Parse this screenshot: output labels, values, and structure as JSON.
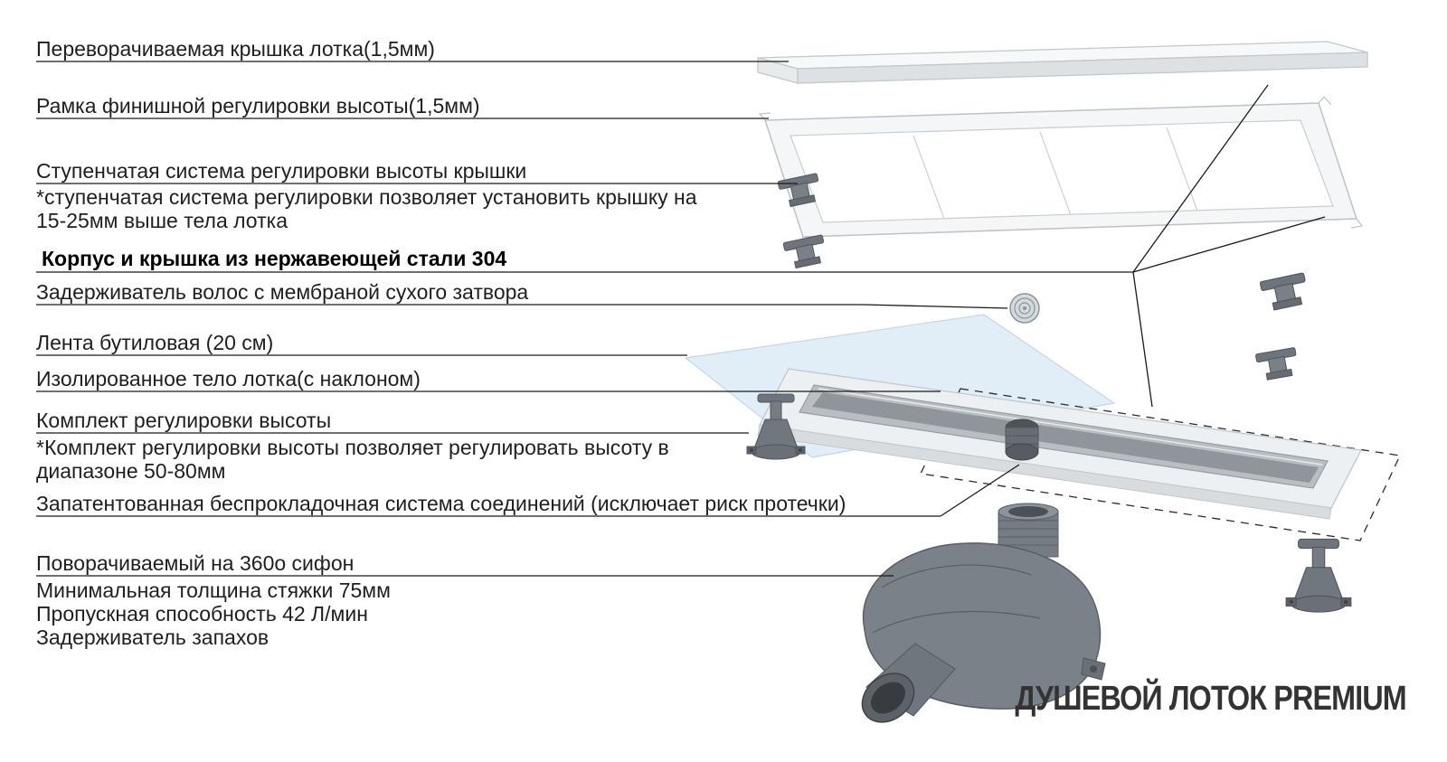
{
  "title": "ДУШЕВОЙ ЛОТОК PREMIUM",
  "callouts": {
    "cover": {
      "label": "Переворачиваемая крышка лотка(1,5мм)"
    },
    "frame": {
      "label": "Рамка финишной регулировки высоты(1,5мм)"
    },
    "step_system": {
      "label": "Ступенчатая система регулировки высоты крышки",
      "note_line1": "*ступенчатая система регулировки позволяет установить крышку на",
      "note_line2": "15-25мм выше тела лотка"
    },
    "steel_304": {
      "label": "Корпус и крышка из нержавеющей стали 304"
    },
    "hair_catcher": {
      "label": "Задерживатель волос с мембраной сухого затвора"
    },
    "butyl_tape": {
      "label": "Лента бутиловая (20 см)"
    },
    "tray_body": {
      "label": "Изолированное тело лотка(с наклоном)"
    },
    "height_kit": {
      "label": "Комплект регулировки высоты",
      "note_line1": "*Комплект регулировки высоты позволяет регулировать высоту в",
      "note_line2": "диапазоне 50-80мм"
    },
    "gasketless_system": {
      "label": "Запатентованная беспрокладочная система соединений (исключает риск протечки)"
    },
    "siphon": {
      "label": "Поворачиваемый на 360о сифон",
      "note_line1": "Минимальная толщина стяжки 75мм",
      "note_line2": "Пропускная способность 42 Л/мин",
      "note_line3": "Задерживатель запахов"
    }
  },
  "colors": {
    "background": "#ffffff",
    "leader_line": "#1a1a1a",
    "steel_light": "#eef1f3",
    "steel_mid": "#d8dcdf",
    "dark_part": "#6e747b",
    "butyl_blue": "#cfe3f4",
    "title_text": "#333333"
  }
}
